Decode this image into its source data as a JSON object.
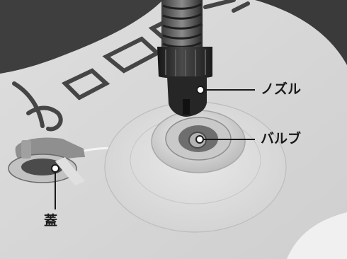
{
  "labels": {
    "nozzle": "ノズル",
    "valve": "バルブ",
    "cap": "蓋"
  },
  "colors": {
    "line": "#1a1a1a",
    "dot_fill": "#ffffff"
  }
}
